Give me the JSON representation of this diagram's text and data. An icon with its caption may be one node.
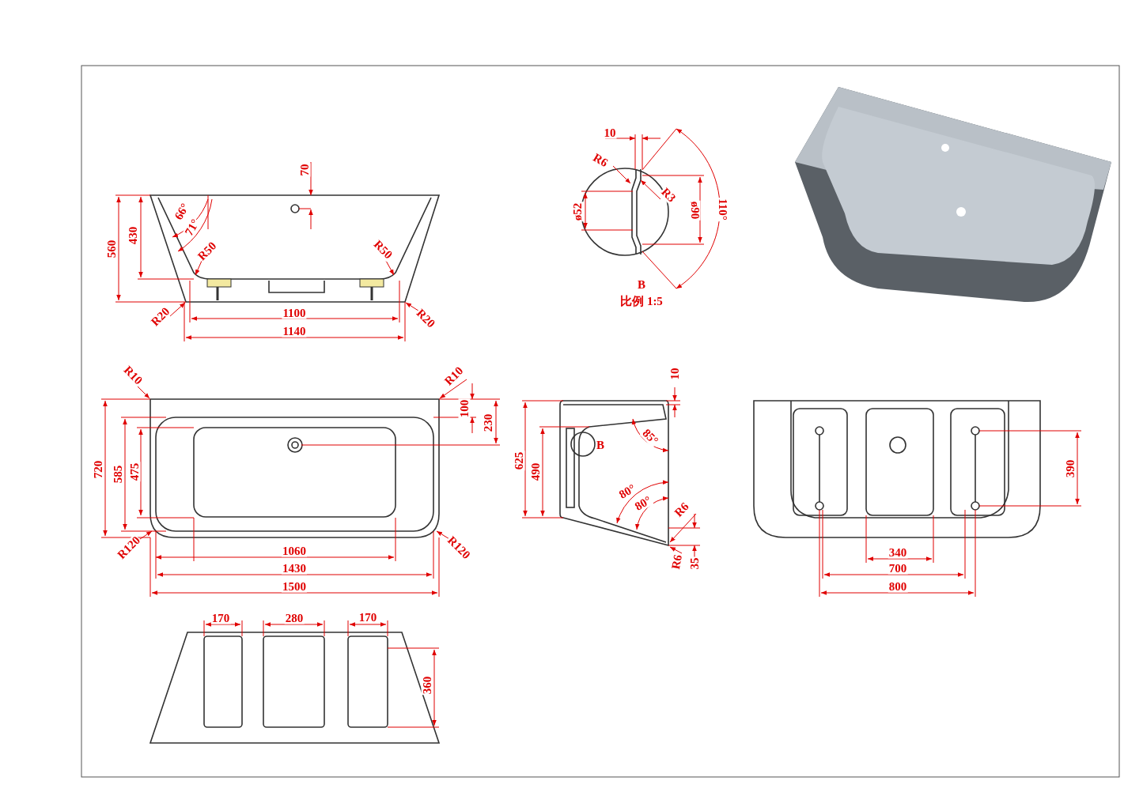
{
  "diagram": {
    "labels": [
      "70",
      "560",
      "430",
      "66°",
      "71°",
      "R50",
      "R50",
      "R20",
      "1100",
      "R20",
      "1140",
      "10",
      "R6",
      "R3",
      "ø52",
      "ø90",
      "110°",
      "B",
      "比例 1:5",
      "R10",
      "R10",
      "100",
      "230",
      "720",
      "585",
      "475",
      "R120",
      "R120",
      "1060",
      "1430",
      "1500",
      "10",
      "625",
      "490",
      "B",
      "85°",
      "80°",
      "80°",
      "R6",
      "R6",
      "35",
      "390",
      "340",
      "700",
      "800",
      "170",
      "280",
      "170",
      "360"
    ]
  }
}
